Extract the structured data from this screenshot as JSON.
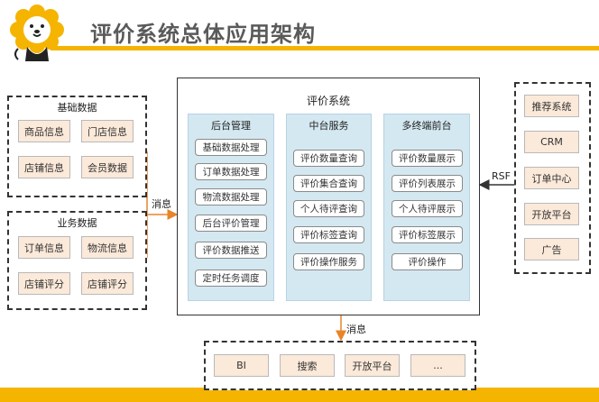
{
  "header": {
    "title": "评价系统总体应用架构"
  },
  "basic_data": {
    "title": "基础数据",
    "items": [
      "商品信息",
      "门店信息",
      "店铺信息",
      "会员数据"
    ]
  },
  "business_data": {
    "title": "业务数据",
    "items": [
      "订单信息",
      "物流信息",
      "店铺评分",
      "店铺评分"
    ]
  },
  "msg_label_left": "消息",
  "msg_label_bottom": "消息",
  "rsf_label": "RSF",
  "system": {
    "title": "评价系统",
    "columns": [
      {
        "title": "后台管理",
        "items": [
          "基础数据处理",
          "订单数据处理",
          "物流数据处理",
          "后台评价管理",
          "评价数据推送",
          "定时任务调度"
        ]
      },
      {
        "title": "中台服务",
        "items": [
          "评价数量查询",
          "评价集合查询",
          "个人待评查询",
          "评价标签查询",
          "评价操作服务"
        ]
      },
      {
        "title": "多终端前台",
        "items": [
          "评价数量展示",
          "评价列表展示",
          "个人待评展示",
          "评价标签展示",
          "评价操作"
        ]
      }
    ]
  },
  "right_group": {
    "items": [
      "推荐系统",
      "CRM",
      "订单中心",
      "开放平台",
      "广告"
    ]
  },
  "bottom_group": {
    "items": [
      "BI",
      "搜索",
      "开放平台",
      "..."
    ]
  }
}
